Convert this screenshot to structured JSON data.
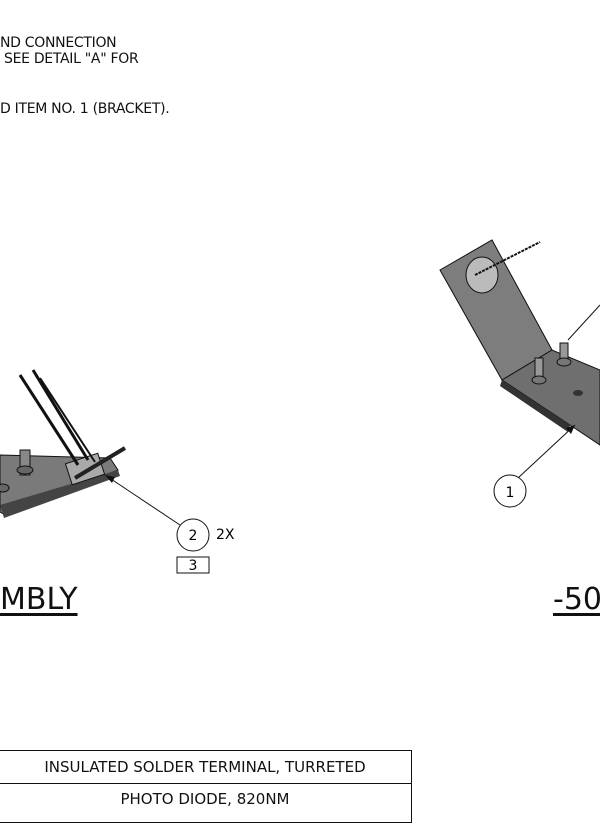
{
  "notes": {
    "line1": "ND CONNECTION",
    "line2": "SEE DETAIL \"A\" FOR",
    "line3": "D ITEM NO. 1 (BRACKET)."
  },
  "views": {
    "left_title": "MBLY",
    "right_title": "-50"
  },
  "balloons": {
    "item2": "2",
    "item2_qty": "2X",
    "item2_box": "3",
    "item1": "1"
  },
  "bom": {
    "rows": [
      "INSULATED SOLDER TERMINAL, TURRETED",
      "PHOTO DIODE, 820NM"
    ]
  }
}
